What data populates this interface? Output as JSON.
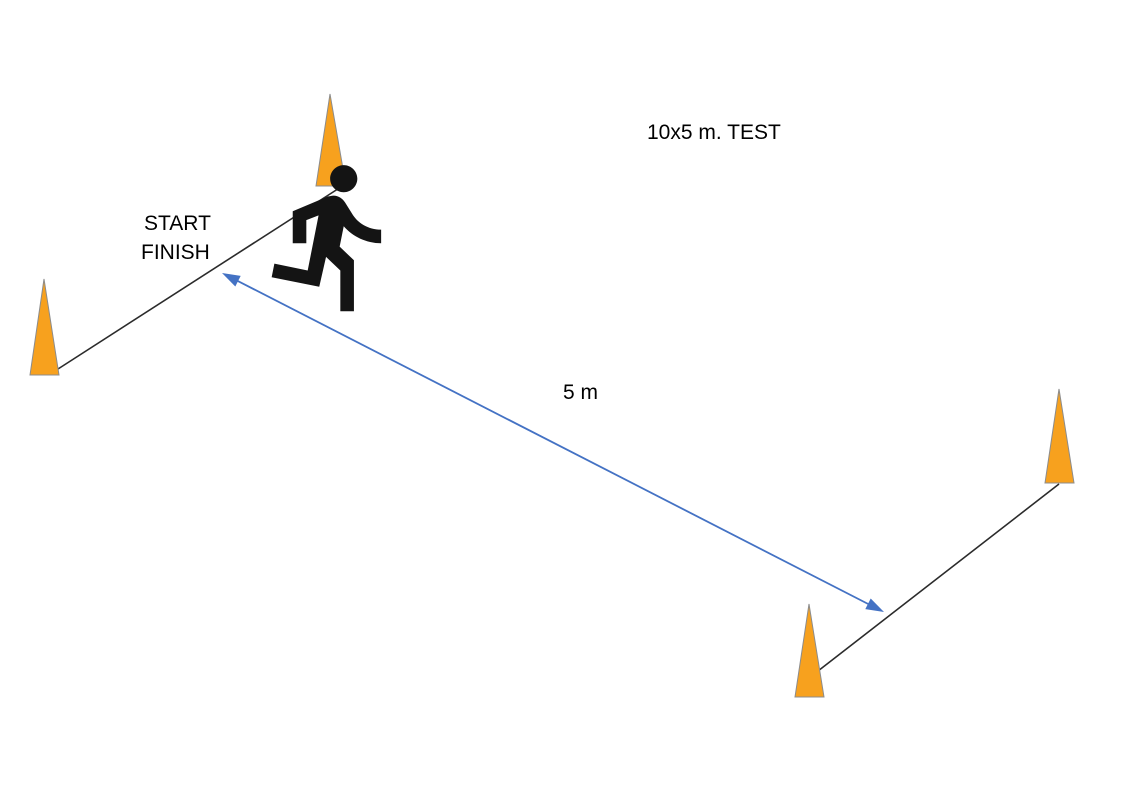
{
  "diagram": {
    "title": "10x5 m. TEST",
    "start_label": "START",
    "finish_label": "FINISH",
    "distance_label": "5 m"
  },
  "icons": {
    "cone_top": "traffic-cone",
    "cone_far_left": "traffic-cone",
    "cone_top_right": "traffic-cone",
    "cone_bottom_right": "traffic-cone",
    "runner": "running-person"
  },
  "colors": {
    "background": "#ffffff",
    "cone": "#F7A11E",
    "cone_stroke": "#8C8C8C",
    "line": "#2b2b2b",
    "arrow": "#4472C4",
    "text": "#000000",
    "runner": "#141414"
  }
}
